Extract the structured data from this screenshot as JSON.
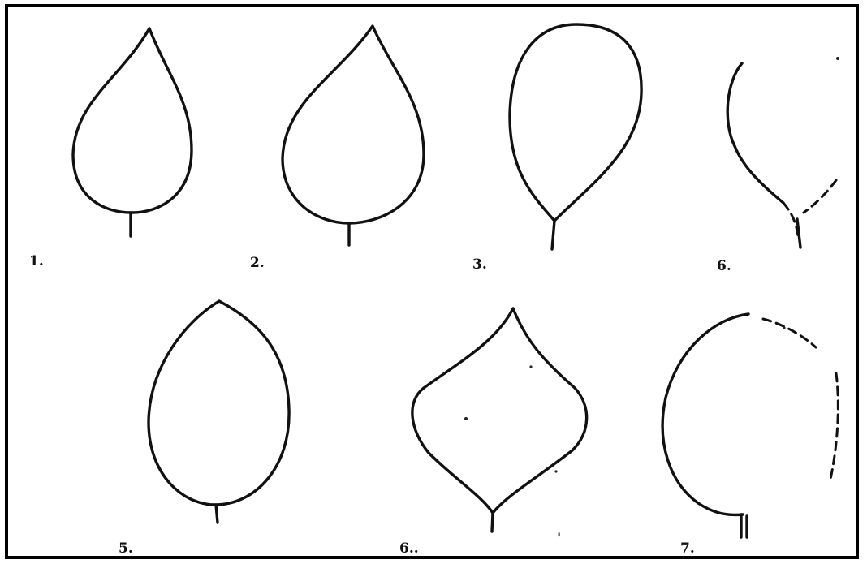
{
  "figure": {
    "labels": {
      "shape_1": "1.",
      "shape_2": "2.",
      "shape_3": "3.",
      "shape_4": "6.",
      "shape_5": "5.",
      "shape_6": "6..",
      "shape_7": "7."
    },
    "stray_mark": "'"
  }
}
